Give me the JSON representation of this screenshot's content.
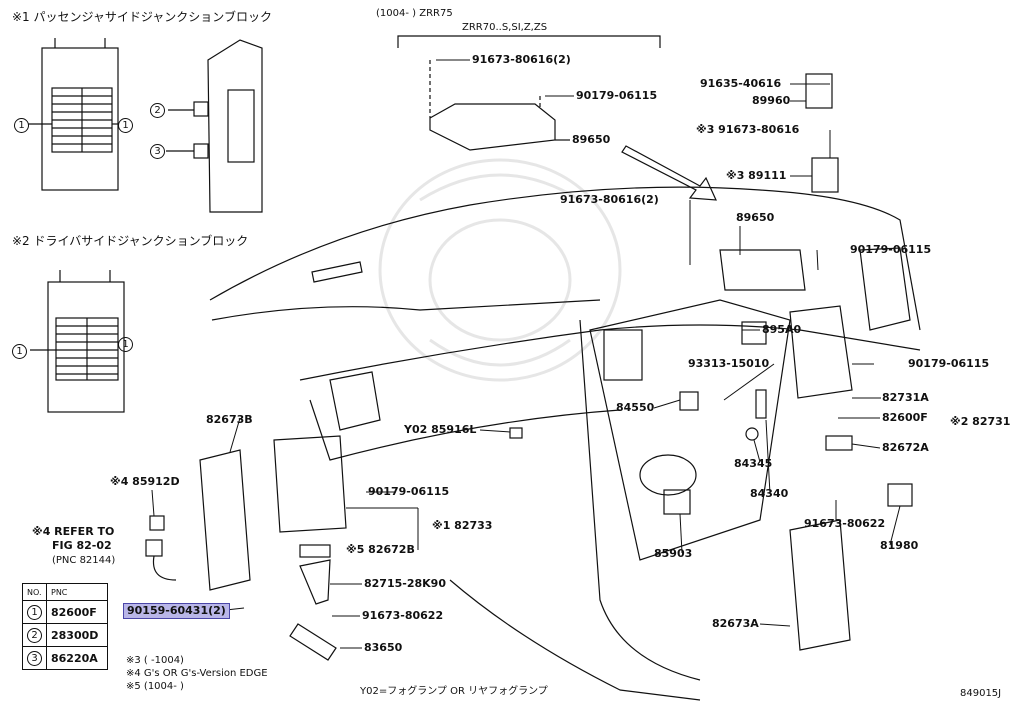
{
  "inset1": {
    "title": "※1 パッセンジャサイドジャンクションブロック"
  },
  "inset2": {
    "title": "※2 ドライバサイドジャンクションブロック"
  },
  "header": {
    "range": "(1004-      ) ZRR75",
    "models": "ZRR70..S,SI,Z,ZS"
  },
  "markers": {
    "one": "1",
    "two": "2",
    "three": "3"
  },
  "parts": {
    "p1": "91673-80616(2)",
    "p2": "90179-06115",
    "p3": "89650",
    "p4": "91635-40616",
    "p5": "89960",
    "p6": "※3 91673-80616",
    "p7": "※3 89111",
    "p8": "91673-80616(2)",
    "p9": "89650",
    "p10": "90179-06115",
    "p11": "895A0",
    "p12": "93313-15010",
    "p13": "90179-06115",
    "p14": "82731A",
    "p15": "84550",
    "p16": "82600F",
    "p17": "※2 82731",
    "p18": "Y02 85916L",
    "p19": "82672A",
    "p20": "84345",
    "p21": "82673B",
    "p22": "84340",
    "p23": "※4 85912D",
    "p24": "90179-06115",
    "p25": "※1 82733",
    "p26": "91673-80622",
    "p27": "※4 REFER TO",
    "p28": "FIG 82-02",
    "p29": "(PNC 82144)",
    "p30": "※5 82672B",
    "p31": "85903",
    "p32": "81980",
    "p33": "82715-28K90",
    "p34": "90159-60431(2)",
    "p35": "91673-80622",
    "p36": "82673A",
    "p37": "83650"
  },
  "table": {
    "head": [
      "NO.",
      "PNC"
    ],
    "rows": [
      {
        "no": "1",
        "pnc": "82600F"
      },
      {
        "no": "2",
        "pnc": "28300D"
      },
      {
        "no": "3",
        "pnc": "86220A"
      }
    ]
  },
  "notes": {
    "n3": "※3 (      -1004)",
    "n4": "※4  G's OR G's-Version EDGE",
    "n5": "※5 (1004-       )"
  },
  "footer": {
    "y02": "Y02=フォグランプ OR リヤフォグランプ",
    "code": "849015J"
  }
}
